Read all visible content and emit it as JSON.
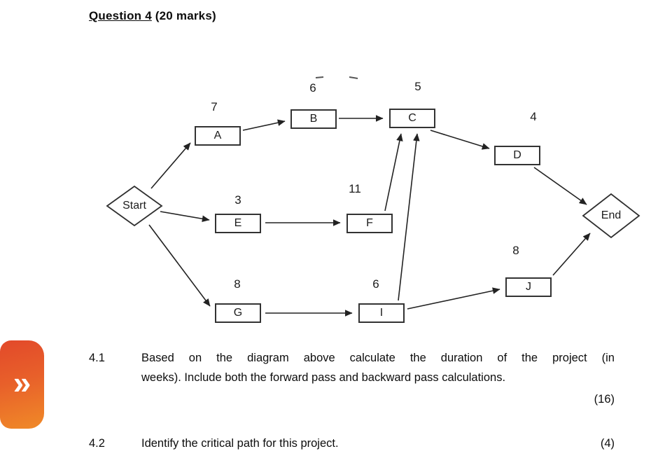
{
  "header": {
    "title_main": "Question 4",
    "title_suffix": " (20 marks)"
  },
  "diagram": {
    "type": "activity-network",
    "nodes": {
      "start": {
        "label": "Start"
      },
      "end": {
        "label": "End"
      },
      "A": {
        "label": "A",
        "duration": "7"
      },
      "B": {
        "label": "B",
        "duration": "6"
      },
      "C": {
        "label": "C",
        "duration": "5"
      },
      "D": {
        "label": "D",
        "duration": "4"
      },
      "E": {
        "label": "E",
        "duration": "3"
      },
      "F": {
        "label": "F",
        "duration": "11"
      },
      "G": {
        "label": "G",
        "duration": "8"
      },
      "I": {
        "label": "I",
        "duration": "6"
      },
      "J": {
        "label": "J",
        "duration": "8"
      }
    },
    "edges": [
      {
        "from": "Start",
        "to": "A"
      },
      {
        "from": "A",
        "to": "B"
      },
      {
        "from": "B",
        "to": "C"
      },
      {
        "from": "C",
        "to": "D"
      },
      {
        "from": "D",
        "to": "End"
      },
      {
        "from": "Start",
        "to": "E"
      },
      {
        "from": "E",
        "to": "F"
      },
      {
        "from": "F",
        "to": "C"
      },
      {
        "from": "Start",
        "to": "G"
      },
      {
        "from": "G",
        "to": "I"
      },
      {
        "from": "I",
        "to": "C"
      },
      {
        "from": "I",
        "to": "J"
      },
      {
        "from": "J",
        "to": "End"
      }
    ]
  },
  "questions": [
    {
      "number": "4.1",
      "line1": "Based on the diagram above calculate the duration of the project (in",
      "line2": "weeks). Include both the forward pass and backward pass calculations.",
      "marks": "(16)"
    },
    {
      "number": "4.2",
      "line1": "Identify the critical path for this project.",
      "marks": "(4)"
    }
  ],
  "sidebar": {
    "chevron_icon": "»"
  }
}
